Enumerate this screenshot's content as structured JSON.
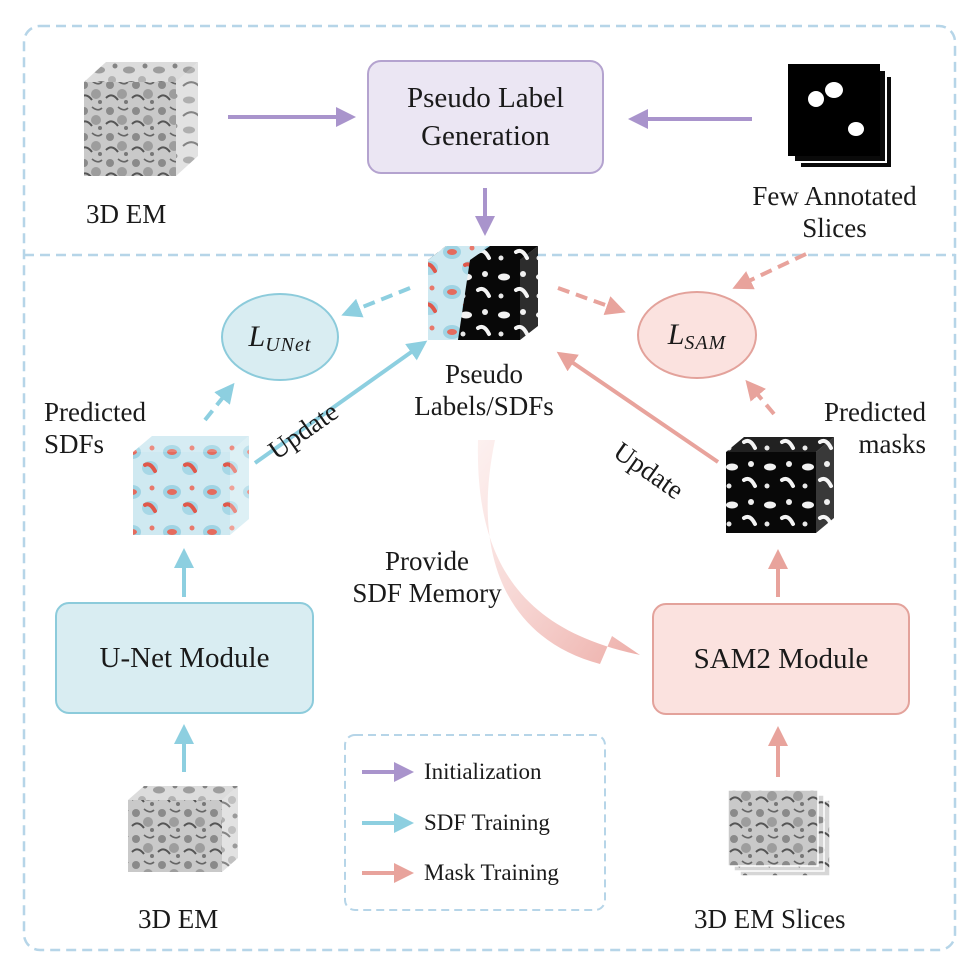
{
  "boxes": {
    "pseudo_label_generation": [
      "Pseudo Label",
      "Generation"
    ],
    "unet_module": "U-Net Module",
    "sam2_module": "SAM2 Module"
  },
  "labels": {
    "em_top": "3D EM",
    "few_annotated": [
      "Few Annotated",
      "Slices"
    ],
    "pseudo_labels": [
      "Pseudo",
      "Labels/SDFs"
    ],
    "predicted_sdfs": [
      "Predicted",
      "SDFs"
    ],
    "predicted_masks": [
      "Predicted",
      "masks"
    ],
    "update_left": "Update",
    "update_right": "Update",
    "provide_memory": [
      "Provide",
      "SDF Memory"
    ],
    "em_bottom": "3D EM",
    "em_slices": "3D EM Slices"
  },
  "losses": {
    "unet": {
      "base": "L",
      "sub": "UNet"
    },
    "sam": {
      "base": "L",
      "sub": "SAM"
    }
  },
  "legend": [
    {
      "label": "Initialization",
      "color": "#a994cc"
    },
    {
      "label": "SDF Training",
      "color": "#8dcfe0"
    },
    {
      "label": "Mask Training",
      "color": "#e8a39c"
    }
  ],
  "colors": {
    "init": "#a994cc",
    "sdf": "#8dcfe0",
    "mask": "#e8a39c",
    "frame": "#b6d5e8"
  }
}
